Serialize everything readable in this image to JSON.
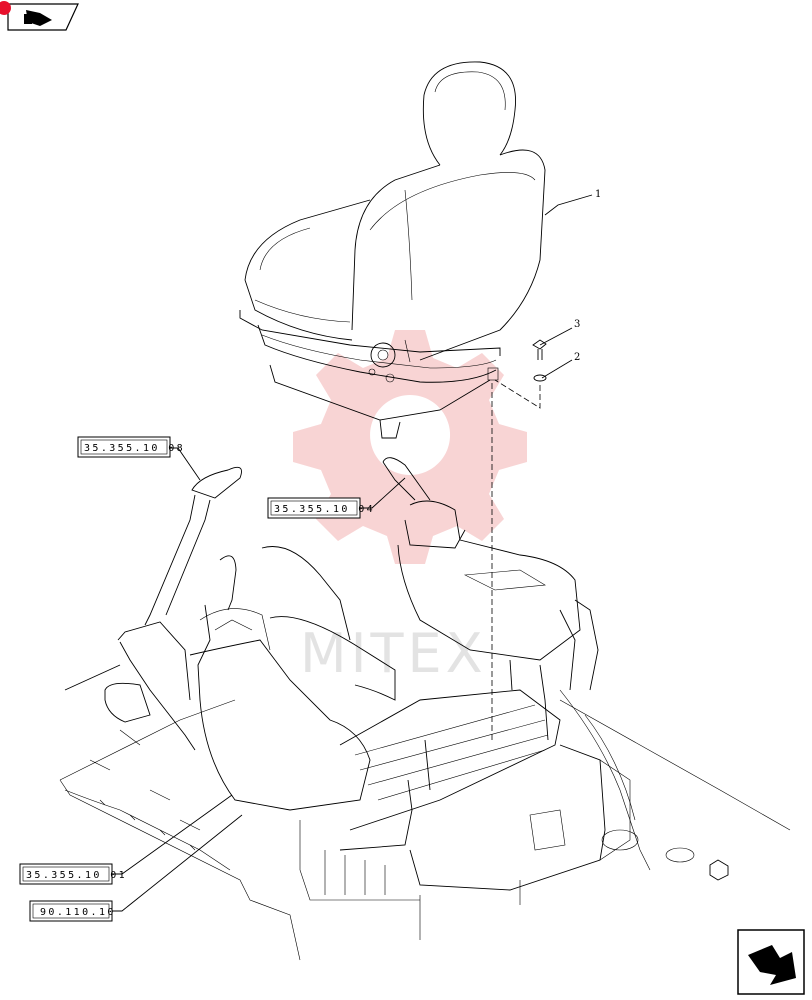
{
  "references": [
    {
      "id": "ref-35-355-10-08",
      "text": "35.355.10 08"
    },
    {
      "id": "ref-35-355-10-04",
      "text": "35.355.10 04"
    },
    {
      "id": "ref-35-355-10-01",
      "text": "35.355.10 01"
    },
    {
      "id": "ref-90-110-10",
      "text": "90.110.10"
    }
  ],
  "callouts": [
    {
      "id": "callout-1",
      "text": "1"
    },
    {
      "id": "callout-2",
      "text": "2"
    },
    {
      "id": "callout-3",
      "text": "3"
    }
  ],
  "icons": {
    "top_left": "previous-page-icon",
    "bottom_right": "next-page-icon"
  },
  "watermark": {
    "text": "MITEX",
    "color": "#f6c5c5"
  }
}
